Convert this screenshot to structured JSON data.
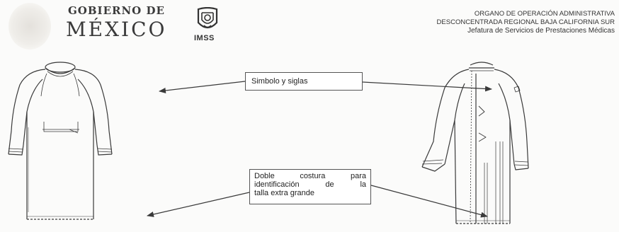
{
  "header": {
    "gobierno_line1": "GOBIERNO DE",
    "gobierno_line2": "MÉXICO",
    "imss_label": "IMSS",
    "organization": {
      "line1": "ORGANO DE OPERACIÓN ADMINISTRATIVA",
      "line2": "DESCONCENTRADA REGIONAL BAJA CALIFORNIA SUR",
      "line3": "Jefatura de Servicios de Prestaciones Médicas"
    }
  },
  "annotations": {
    "symbol_label": "Simbolo y siglas",
    "double_stitch": {
      "line1_words": [
        "Doble",
        "costura",
        "para"
      ],
      "line2_words": [
        "identificación",
        "de",
        "la"
      ],
      "line3": "talla extra grande"
    }
  },
  "colors": {
    "line": "#3a3a3a",
    "background": "#fbfbfa"
  }
}
